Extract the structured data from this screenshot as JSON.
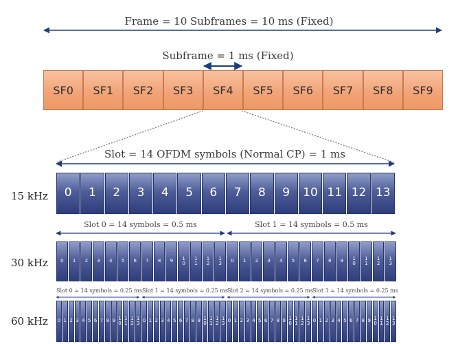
{
  "titles": {
    "frame": "Frame = 10 Subframes = 10 ms (Fixed)",
    "subframe": "Subframe = 1 ms (Fixed)",
    "slot": "Slot = 14 OFDM symbols (Normal CP) = 1 ms"
  },
  "subframes": [
    "SF0",
    "SF1",
    "SF2",
    "SF3",
    "SF4",
    "SF5",
    "SF6",
    "SF7",
    "SF8",
    "SF9"
  ],
  "rows": [
    {
      "label": "15 kHz",
      "slot_captions": [],
      "symbols": [
        "0",
        "1",
        "2",
        "3",
        "4",
        "5",
        "6",
        "7",
        "8",
        "9",
        "10",
        "11",
        "12",
        "13"
      ]
    },
    {
      "label": "30 kHz",
      "slot_captions": [
        "Slot 0 = 14 symbols = 0.5 ms",
        "Slot 1 = 14 symbols = 0.5 ms"
      ],
      "symbols": [
        "0",
        "1",
        "2",
        "3",
        "4",
        "5",
        "6",
        "7",
        "8",
        "9",
        "1 0",
        "1 1",
        "1 2",
        "1 3",
        "0",
        "1",
        "2",
        "3",
        "4",
        "5",
        "6",
        "7",
        "8",
        "9",
        "1 0",
        "1 1",
        "1 2",
        "1 3"
      ]
    },
    {
      "label": "60 kHz",
      "slot_captions": [
        "Slot 0 = 14 symbols = 0.25 ms",
        "Slot 1 = 14 symbols = 0.25 ms",
        "Slot 2 = 14 symbols = 0.25 ms",
        "Slot 3 = 14 symbols = 0.25 ms"
      ],
      "symbols": [
        "0",
        "1",
        "2",
        "3",
        "4",
        "5",
        "6",
        "7",
        "8",
        "9",
        "1 0",
        "1 1",
        "1 2",
        "1 3",
        "0",
        "1",
        "2",
        "3",
        "4",
        "5",
        "6",
        "7",
        "8",
        "9",
        "1 0",
        "1 1",
        "1 2",
        "1 3",
        "0",
        "1",
        "2",
        "3",
        "4",
        "5",
        "6",
        "7",
        "8",
        "9",
        "1 0",
        "1 1",
        "1 2",
        "1 3",
        "0",
        "1",
        "2",
        "3",
        "4",
        "5",
        "6",
        "7",
        "8",
        "9",
        "1 0",
        "1 1",
        "1 2",
        "1 3"
      ]
    }
  ]
}
